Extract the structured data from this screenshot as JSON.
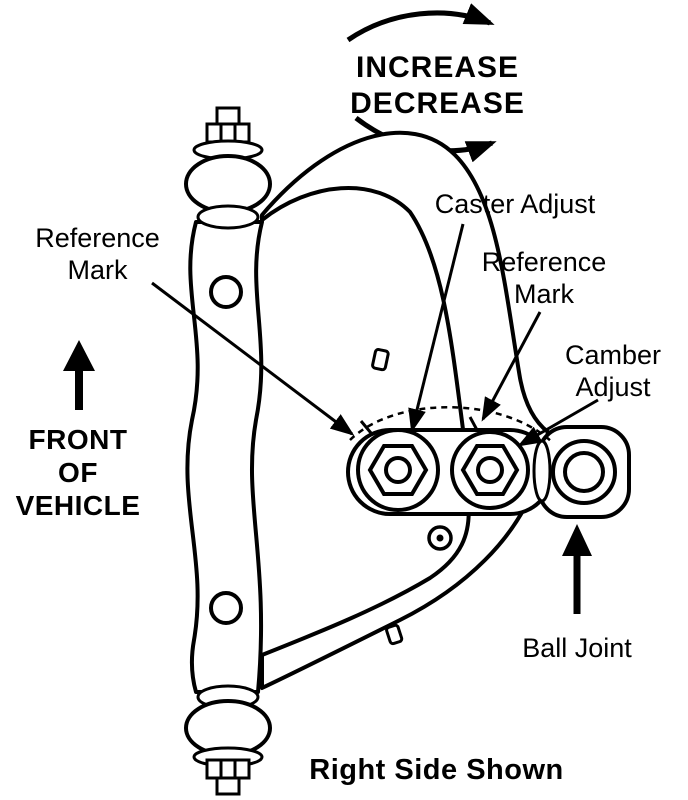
{
  "colors": {
    "ink": "#000000",
    "paper": "#ffffff"
  },
  "rotation": {
    "increase": "INCREASE",
    "decrease": "DECREASE"
  },
  "callouts": {
    "caster": "Caster Adjust",
    "reference_left": [
      "Reference",
      "Mark"
    ],
    "reference_right": [
      "Reference",
      "Mark"
    ],
    "camber": [
      "Camber",
      "Adjust"
    ],
    "front": [
      "FRONT",
      "OF",
      "VEHICLE"
    ],
    "ball_joint": "Ball Joint"
  },
  "caption": "Right Side Shown"
}
